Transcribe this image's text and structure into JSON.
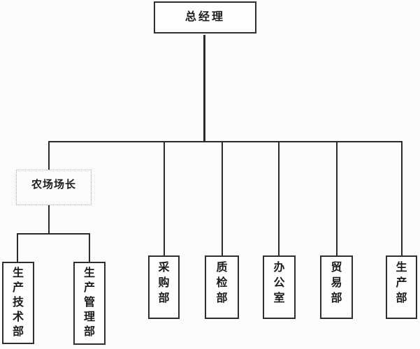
{
  "org_chart": {
    "title": "company-organization-chart",
    "root": {
      "label": "总经理"
    },
    "branch": {
      "label": "农场场长",
      "style": "dotted"
    },
    "branch_children": [
      {
        "label": "生产技术部"
      },
      {
        "label": "生产管理部"
      }
    ],
    "departments": [
      {
        "label": "采购部"
      },
      {
        "label": "质检部"
      },
      {
        "label": "办公室"
      },
      {
        "label": "贸易部"
      },
      {
        "label": "生产部"
      }
    ],
    "colors": {
      "line": "#2a2a2a",
      "box_border": "#2e2e2e",
      "dotted_border": "#ababab",
      "text": "#1c1c1c",
      "background": "#fcfcfc"
    }
  }
}
